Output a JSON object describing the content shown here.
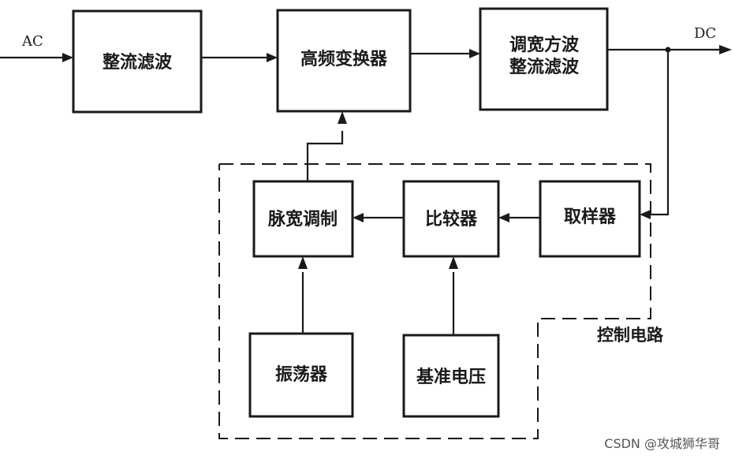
{
  "terminals": {
    "input": "AC",
    "output": "DC"
  },
  "blocks": {
    "rectifier_filter": "整流滤波",
    "hf_converter": "高频变换器",
    "pwm_rect_filter_line1": "调宽方波",
    "pwm_rect_filter_line2": "整流滤波",
    "pulse_width_mod": "脉宽调制",
    "comparator": "比较器",
    "sampler": "取样器",
    "oscillator": "振荡器",
    "reference_voltage": "基准电压"
  },
  "group": {
    "control_circuit": "控制电路"
  },
  "watermark": "CSDN @攻城狮华哥",
  "colors": {
    "line": "#1a1a1a",
    "background": "#ffffff"
  }
}
